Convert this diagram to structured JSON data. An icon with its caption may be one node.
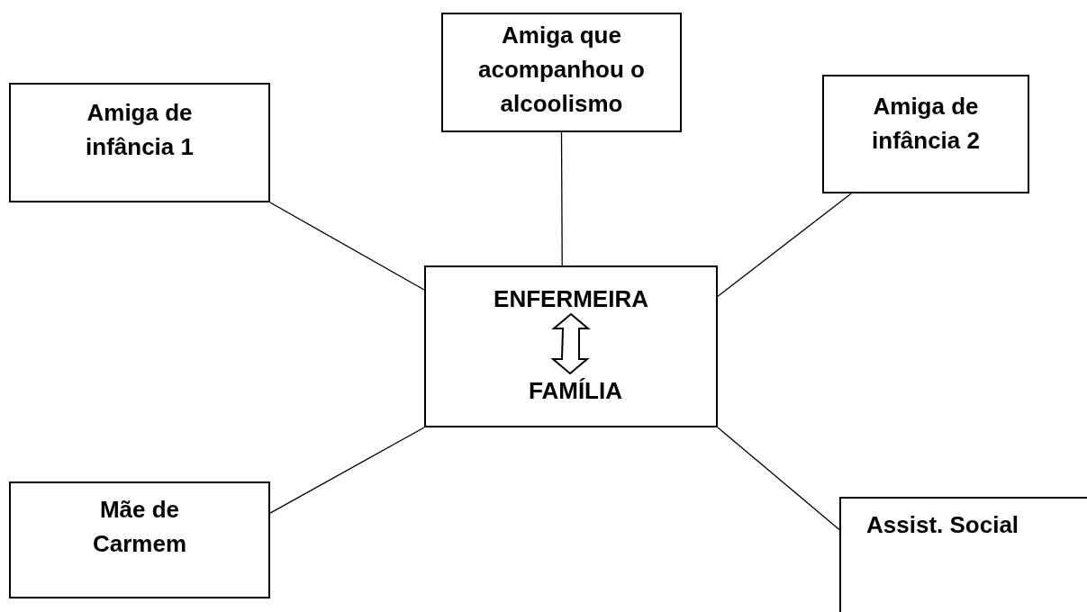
{
  "diagram": {
    "nodes": [
      {
        "text": [
          "Amiga de infância 1"
        ]
      },
      {
        "text": [
          "Amiga que acompanhou o alcoolismo"
        ]
      },
      {
        "text": [
          "Amiga de infância 2"
        ]
      },
      {
        "text": [],
        "shape": "box"
      },
      {
        "text": [
          "ENFERMEIRA"
        ],
        "in": 3
      },
      {
        "text": [
          "FAMÍLIA"
        ],
        "in": 3
      },
      {
        "text": [
          "Mãe de Carmem"
        ]
      },
      {
        "text": [
          "Assist. Social"
        ]
      }
    ],
    "edges": [
      {
        "from": 0,
        "to": 3,
        "arrow": "none"
      },
      {
        "from": 1,
        "to": 3,
        "arrow": "none"
      },
      {
        "from": 2,
        "to": 3,
        "arrow": "none"
      },
      {
        "from": 4,
        "to": 5,
        "arrow": "both"
      },
      {
        "from": 3,
        "to": 6,
        "arrow": "none"
      },
      {
        "from": 3,
        "to": 7,
        "arrow": "none"
      }
    ]
  }
}
